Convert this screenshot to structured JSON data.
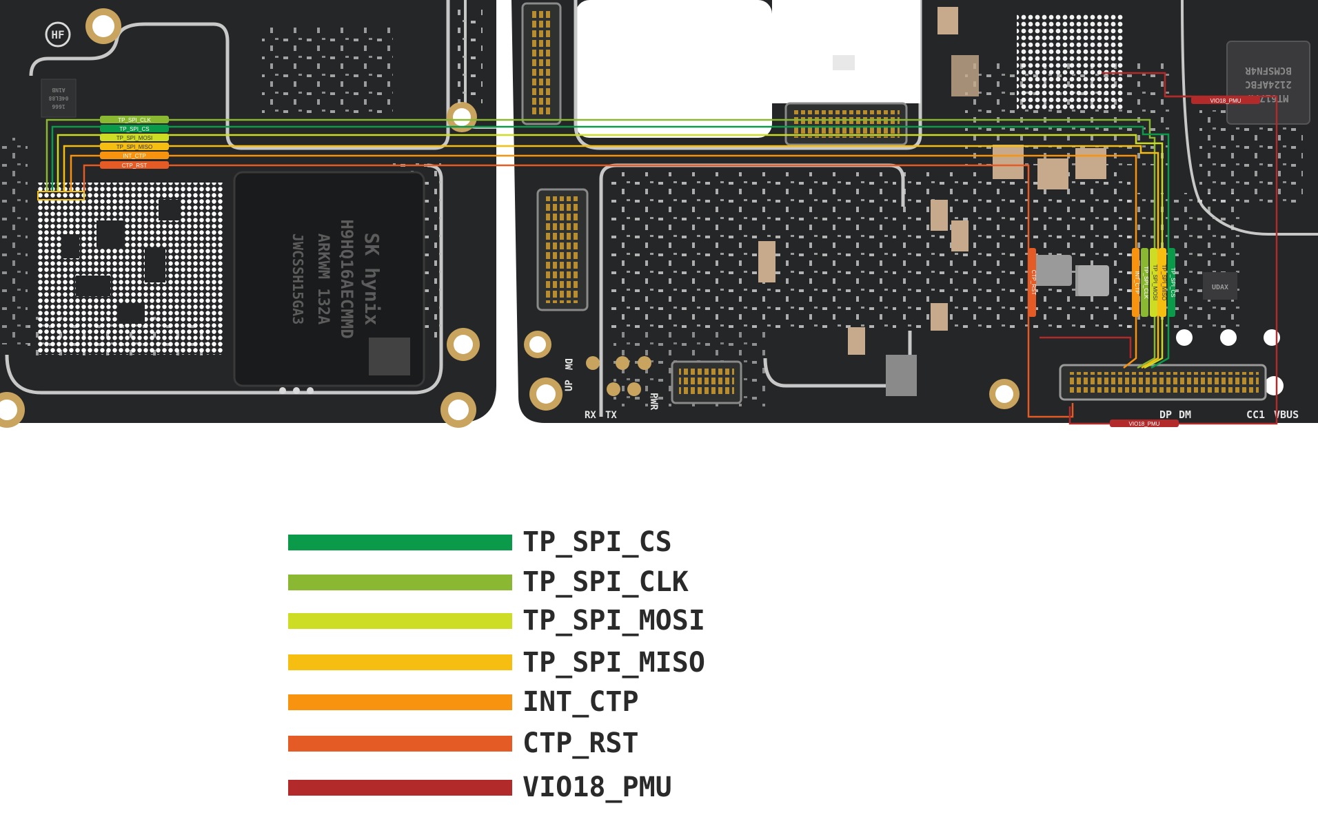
{
  "board": {
    "left_logo": "HF",
    "left_chip_marking": [
      "SK hynix",
      "H9HQ16AECMMD",
      "ARKWM 132A",
      "JWCSSH15GA3"
    ],
    "small_chip_marking": [
      "1666",
      "04EL88",
      "A1NB"
    ],
    "right_chip_marking": [
      "MT6177W",
      "2124AFBC",
      "BCMSFN4R"
    ],
    "right_small_marking": "UDAX",
    "silk_labels": [
      "DW",
      "UP",
      "RX",
      "TX",
      "PWR",
      "DP",
      "DM",
      "CC1",
      "VBUS"
    ]
  },
  "net_tags": {
    "left": [
      "TP_SPI_CLK",
      "TP_SPI_CS",
      "TP_SPI_MOSI",
      "TP_SPI_MISO",
      "INT_CTP",
      "CTP_RST"
    ],
    "right_vertical": [
      "CTP_RST",
      "INT_CTP",
      "TP_SPI_CLK",
      "TP_SPI_MOSI",
      "TP_SPI_MISO",
      "TP_SPI_CS"
    ],
    "vio_top": "VIO18_PMU",
    "vio_bottom": "VIO18_PMU"
  },
  "legend": [
    {
      "label": "TP_SPI_CS",
      "color": "#0a9a4a"
    },
    {
      "label": "TP_SPI_CLK",
      "color": "#8ab833"
    },
    {
      "label": "TP_SPI_MOSI",
      "color": "#cddc24"
    },
    {
      "label": "TP_SPI_MISO",
      "color": "#f7be12"
    },
    {
      "label": "INT_CTP",
      "color": "#f7930f"
    },
    {
      "label": "CTP_RST",
      "color": "#e45b25"
    },
    {
      "label": "VIO18_PMU",
      "color": "#b32a2a"
    }
  ]
}
